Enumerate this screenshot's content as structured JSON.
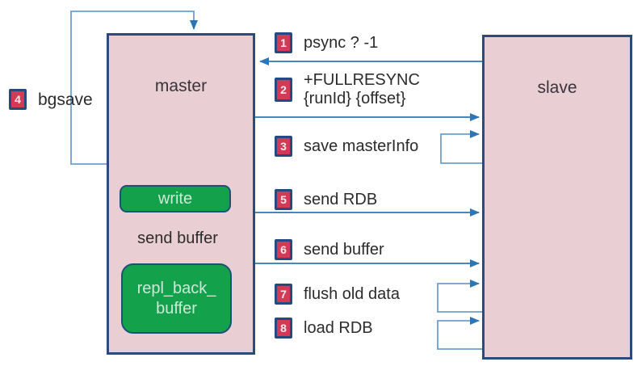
{
  "diagram": {
    "type": "sequence-flow",
    "master_box": {
      "label": "master"
    },
    "slave_box": {
      "label": "slave"
    },
    "master_internals": {
      "write_box_label": "write",
      "transfer_label": "send buffer",
      "repl_box_label_line1": "repl_back_",
      "repl_box_label_line2": "buffer"
    },
    "bgsave_step": {
      "num": "4",
      "label": "bgsave"
    },
    "steps": [
      {
        "num": "1",
        "label": "psync ? -1"
      },
      {
        "num": "2",
        "label": "+FULLRESYNC",
        "label2": "{runId} {offset}"
      },
      {
        "num": "3",
        "label": "save masterInfo"
      },
      {
        "num": "5",
        "label": "send RDB"
      },
      {
        "num": "6",
        "label": "send buffer"
      },
      {
        "num": "7",
        "label": "flush old data"
      },
      {
        "num": "8",
        "label": "load RDB"
      }
    ],
    "colors": {
      "box_fill": "#e9cfd3",
      "box_border": "#2a4b7c",
      "green_fill": "#14a14b",
      "green_border": "#1f4e79",
      "green_text": "#cde9d8",
      "badge_fill": "#d13b56",
      "badge_border": "#254a7d",
      "arrow_blue": "#2e75b6",
      "loop_blue": "#6f9fd0",
      "text_dark": "#2b2b2b"
    }
  }
}
